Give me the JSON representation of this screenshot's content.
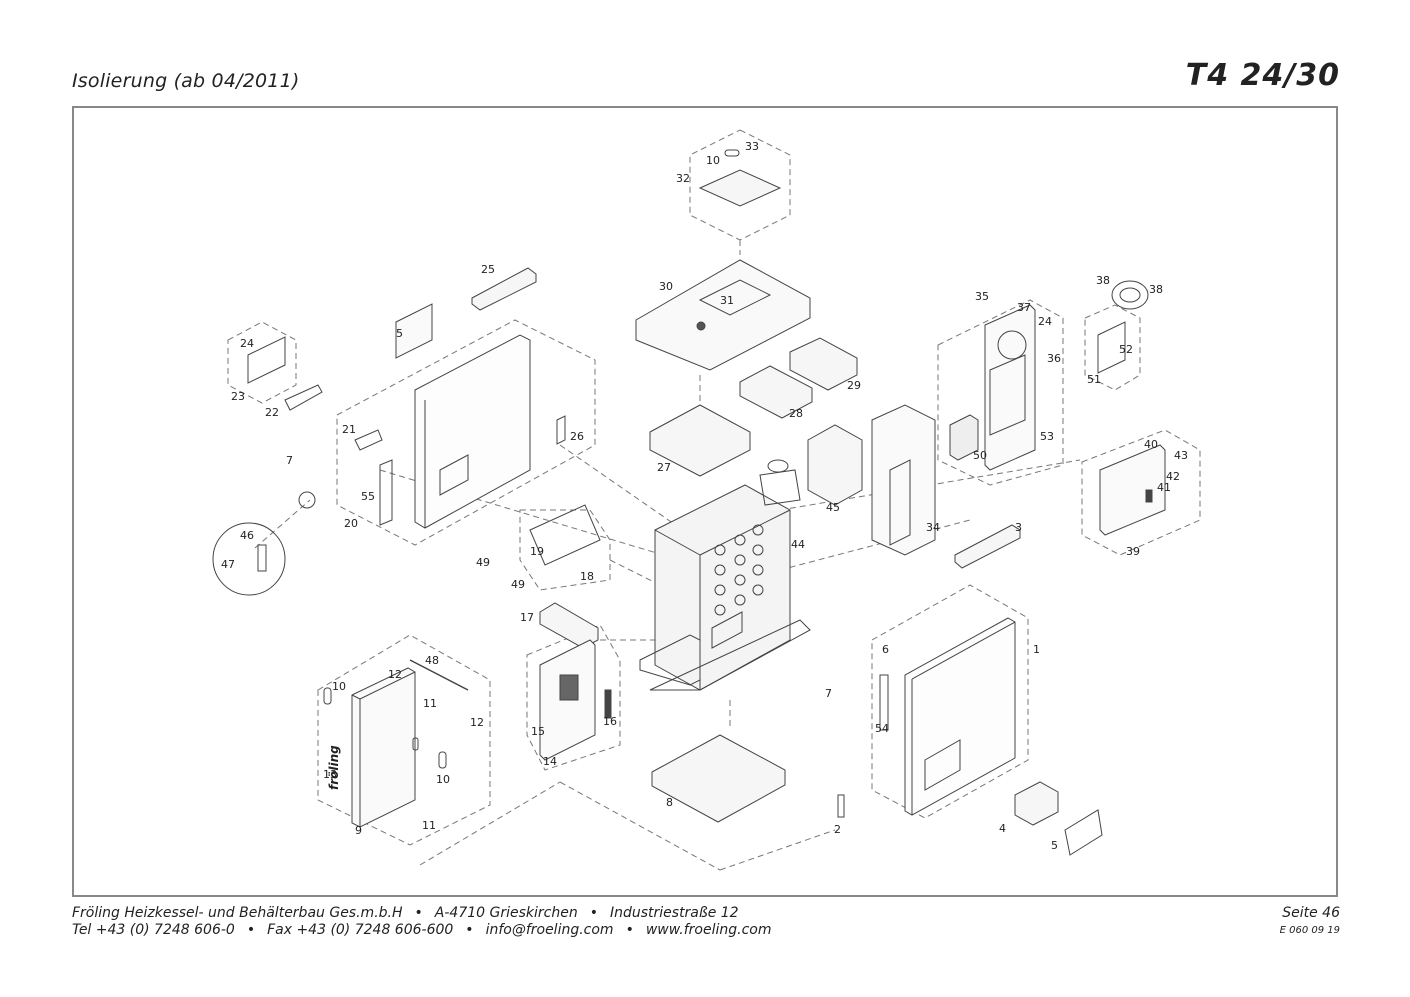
{
  "header": {
    "title": "Isolierung (ab 04/2011)",
    "model": "T4 24/30"
  },
  "footer": {
    "company": "Fröling Heizkessel- und Behälterbau Ges.m.b.H",
    "address_city": "A-4710 Grieskirchen",
    "address_street": "Industriestraße 12",
    "tel": "Tel +43 (0) 7248 606-0",
    "fax": "Fax +43 (0) 7248 606-600",
    "email": "info@froeling.com",
    "web": "www.froeling.com",
    "page": "Seite 46",
    "doc_number": "E 060 09 19",
    "bullet": "•"
  },
  "brand_mark": "fröling",
  "callouts": [
    "33",
    "10",
    "32",
    "30",
    "31",
    "25",
    "5",
    "24",
    "23",
    "22",
    "21",
    "7",
    "26",
    "20",
    "55",
    "46",
    "47",
    "27",
    "29",
    "28",
    "35",
    "37",
    "24",
    "36",
    "38",
    "38",
    "52",
    "51",
    "50",
    "53",
    "40",
    "43",
    "42",
    "41",
    "39",
    "45",
    "34",
    "3",
    "44",
    "49",
    "19",
    "49",
    "18",
    "17",
    "1",
    "6",
    "7",
    "54",
    "48",
    "12",
    "10",
    "11",
    "12",
    "13",
    "10",
    "9",
    "11",
    "16",
    "15",
    "14",
    "8",
    "2",
    "4",
    "5"
  ]
}
